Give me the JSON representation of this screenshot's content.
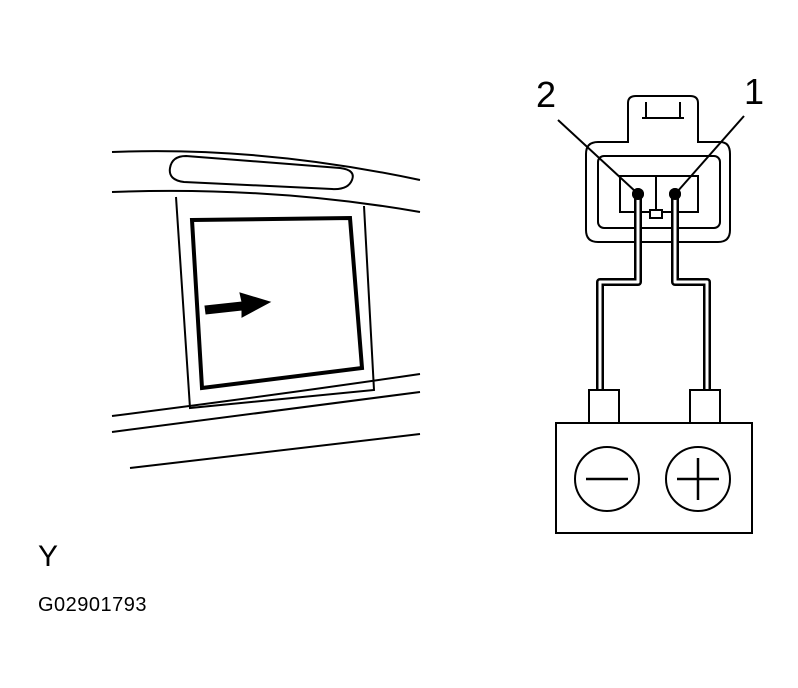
{
  "labels": {
    "pin_1": "1",
    "pin_2": "2",
    "view": "Y",
    "figure_code": "G02901793"
  },
  "icons": {
    "arrow": "arrow-right-icon",
    "minus": "minus-icon",
    "plus": "plus-icon"
  },
  "colors": {
    "line": "#000000",
    "background": "#ffffff"
  }
}
